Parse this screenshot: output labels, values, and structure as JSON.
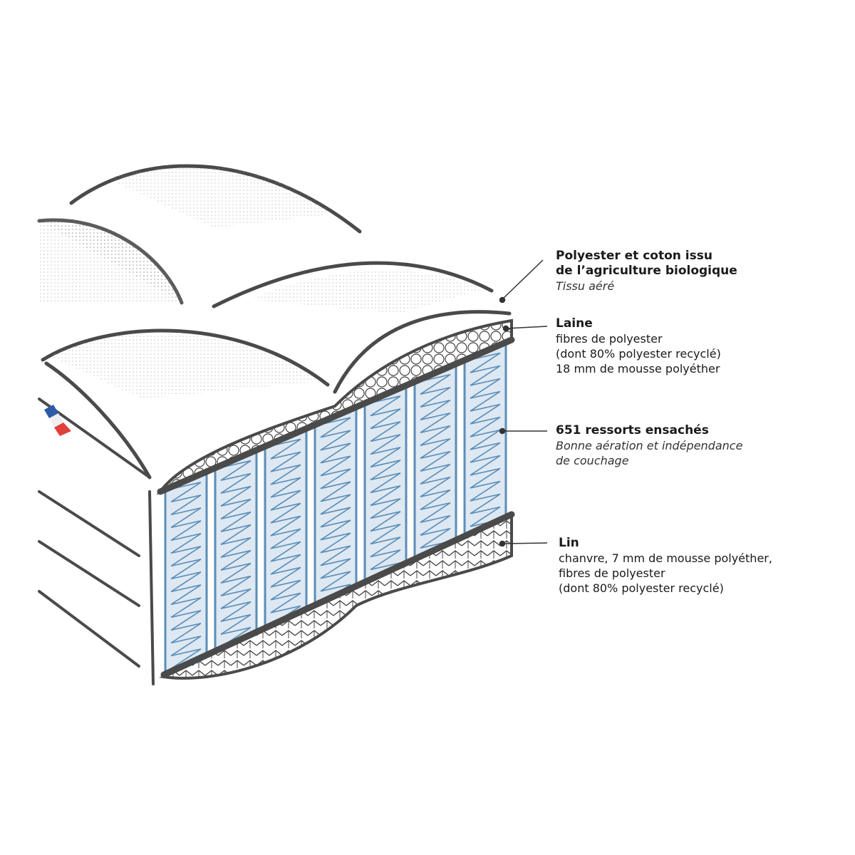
{
  "labels": [
    {
      "title": "Polyester et coton issu",
      "title2": "de l’agriculture biologique",
      "lines": [],
      "italic": [
        "Tissu aéré"
      ]
    },
    {
      "title": "Laine",
      "lines": [
        "fibres de polyester",
        "(dont 80% polyester recyclé)",
        "18 mm de mousse polyéther"
      ],
      "italic": []
    },
    {
      "title": "651 ressorts ensachés",
      "lines": [],
      "italic": [
        "Bonne aération et indépendance",
        "de couchage"
      ]
    },
    {
      "title": "Lin",
      "lines": [
        "chanvre, 7 mm de mousse polyéther,",
        "fibres de polyester",
        "(dont 80% polyester recyclé)"
      ],
      "italic": []
    }
  ],
  "colors": {
    "outline": "#4a4a4a",
    "spring": "#5b8db8",
    "spring_bg": "#dde8f2",
    "flag_blue": "#2d5aa8",
    "flag_red": "#e0413a"
  }
}
